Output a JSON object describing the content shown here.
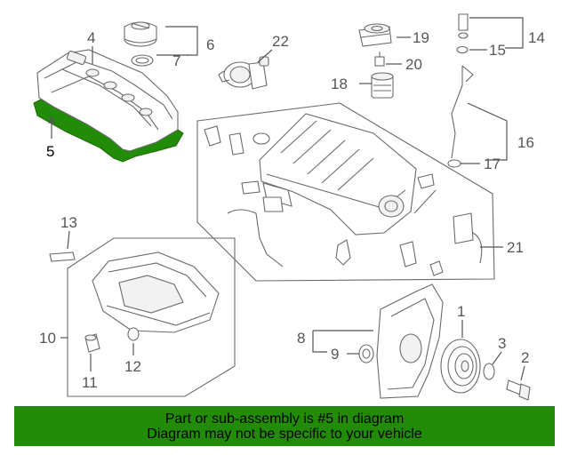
{
  "callouts": {
    "c1": "1",
    "c2": "2",
    "c3": "3",
    "c4": "4",
    "c5": "5",
    "c6": "6",
    "c7": "7",
    "c8": "8",
    "c9": "9",
    "c10": "10",
    "c11": "11",
    "c12": "12",
    "c13": "13",
    "c14": "14",
    "c15": "15",
    "c16": "16",
    "c17": "17",
    "c18": "18",
    "c19": "19",
    "c20": "20",
    "c21": "21",
    "c22": "22"
  },
  "highlight": {
    "part_number": "5",
    "color": "#228b07"
  },
  "banner": {
    "line1": "Part or sub-assembly is #5 in diagram",
    "line2": "Diagram may not be specific to your vehicle",
    "background": "#228b07"
  }
}
